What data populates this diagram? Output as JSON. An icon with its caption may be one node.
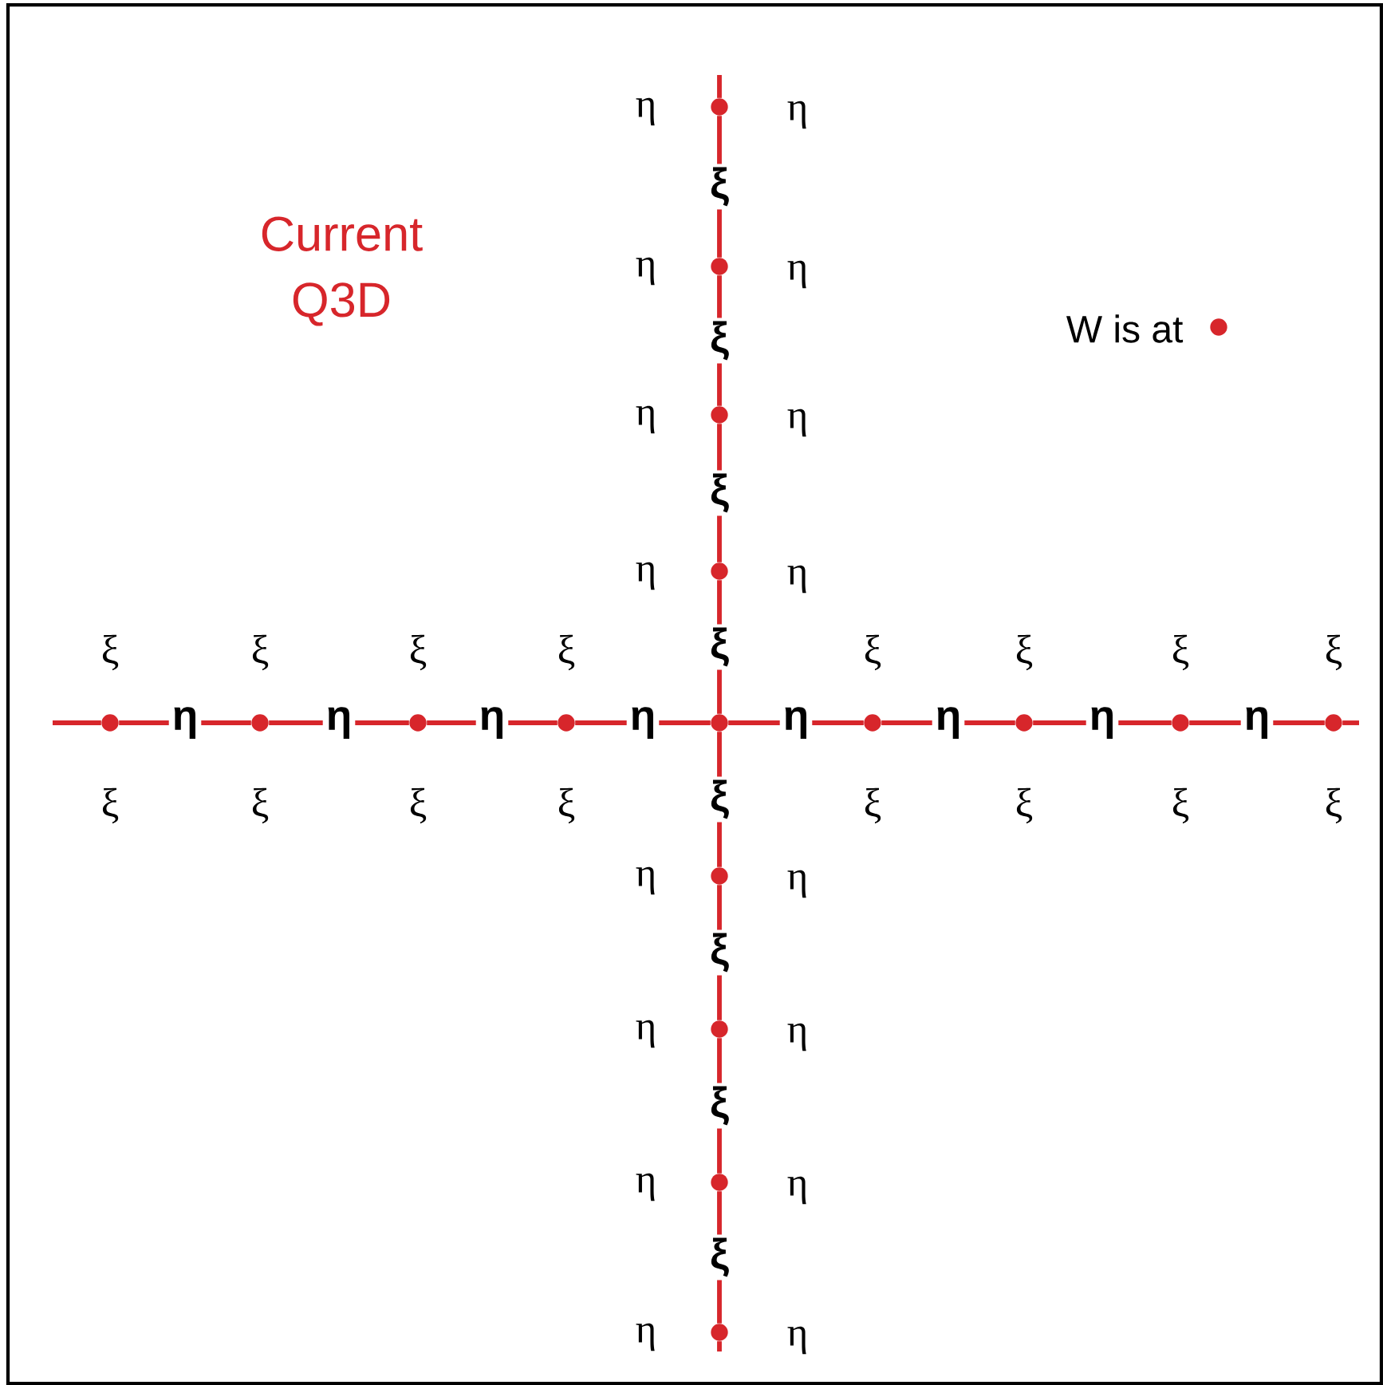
{
  "diagram": {
    "nodes": [
      {
        "text": [],
        "shape": "circle",
        "beside": [
          "η",
          "η"
        ]
      },
      {
        "text": [],
        "shape": "circle",
        "beside": [
          "η",
          "η"
        ]
      },
      {
        "text": [],
        "shape": "circle",
        "beside": [
          "η",
          "η"
        ]
      },
      {
        "text": [],
        "shape": "circle",
        "beside": [
          "η",
          "η"
        ]
      },
      {
        "text": [],
        "shape": "circle",
        "beside": [
          "ξ",
          "ξ"
        ]
      },
      {
        "text": [],
        "shape": "circle",
        "beside": [
          "ξ",
          "ξ"
        ]
      },
      {
        "text": [],
        "shape": "circle",
        "beside": [
          "ξ",
          "ξ"
        ]
      },
      {
        "text": [],
        "shape": "circle",
        "beside": [
          "ξ",
          "ξ"
        ]
      },
      {
        "text": [],
        "shape": "circle"
      },
      {
        "text": [],
        "shape": "circle",
        "beside": [
          "ξ",
          "ξ"
        ]
      },
      {
        "text": [],
        "shape": "circle",
        "beside": [
          "ξ",
          "ξ"
        ]
      },
      {
        "text": [],
        "shape": "circle",
        "beside": [
          "ξ",
          "ξ"
        ]
      },
      {
        "text": [],
        "shape": "circle",
        "beside": [
          "ξ",
          "ξ"
        ]
      },
      {
        "text": [],
        "shape": "circle",
        "beside": [
          "η",
          "η"
        ]
      },
      {
        "text": [],
        "shape": "circle",
        "beside": [
          "η",
          "η"
        ]
      },
      {
        "text": [],
        "shape": "circle",
        "beside": [
          "η",
          "η"
        ]
      },
      {
        "text": [],
        "shape": "circle",
        "beside": [
          "η",
          "η"
        ]
      }
    ],
    "edges": [
      {
        "from": null,
        "to": 0,
        "arrow": "none"
      },
      {
        "from": 0,
        "to": 1,
        "arrow": "none",
        "label": "ξ"
      },
      {
        "from": 1,
        "to": 2,
        "arrow": "none",
        "label": "ξ"
      },
      {
        "from": 2,
        "to": 3,
        "arrow": "none",
        "label": "ξ"
      },
      {
        "from": 3,
        "to": 8,
        "arrow": "none",
        "label": "ξ"
      },
      {
        "from": 8,
        "to": 13,
        "arrow": "none",
        "label": "ξ"
      },
      {
        "from": 13,
        "to": 14,
        "arrow": "none",
        "label": "ξ"
      },
      {
        "from": 14,
        "to": 15,
        "arrow": "none",
        "label": "ξ"
      },
      {
        "from": 15,
        "to": 16,
        "arrow": "none",
        "label": "ξ"
      },
      {
        "from": 16,
        "to": null,
        "arrow": "none"
      },
      {
        "from": null,
        "to": 4,
        "arrow": "none"
      },
      {
        "from": 4,
        "to": 5,
        "arrow": "none",
        "label": "η"
      },
      {
        "from": 5,
        "to": 6,
        "arrow": "none",
        "label": "η"
      },
      {
        "from": 6,
        "to": 7,
        "arrow": "none",
        "label": "η"
      },
      {
        "from": 7,
        "to": 8,
        "arrow": "none",
        "label": "η"
      },
      {
        "from": 8,
        "to": 9,
        "arrow": "none",
        "label": "η"
      },
      {
        "from": 9,
        "to": 10,
        "arrow": "none",
        "label": "η"
      },
      {
        "from": 10,
        "to": 11,
        "arrow": "none",
        "label": "η"
      },
      {
        "from": 11,
        "to": 12,
        "arrow": "none",
        "label": "η"
      },
      {
        "from": 12,
        "to": null,
        "arrow": "none"
      }
    ],
    "labels": [
      "Current Q3D"
    ],
    "legend": [
      {
        "text": "W is at",
        "color": "#d7262b"
      }
    ]
  }
}
